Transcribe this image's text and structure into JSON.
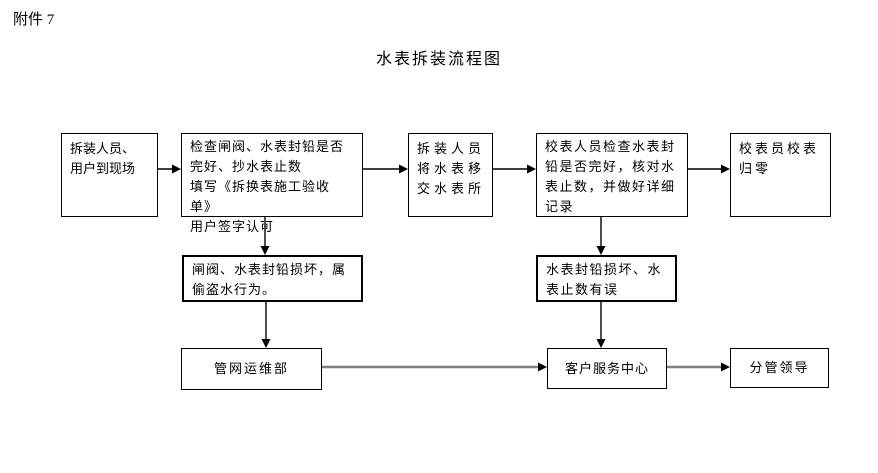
{
  "page": {
    "attachment_label": "附件 7",
    "title": "水表拆装流程图"
  },
  "colors": {
    "box_border": "#000000",
    "arrow_black": "#000000",
    "arrow_shaft_dark": "#4d4d4d",
    "connector_gray": "#808080"
  },
  "flowchart": {
    "nodes": [
      {
        "id": "arrive",
        "label": "拆装人员、\n用户到现场"
      },
      {
        "id": "check",
        "label": "检查闸阀、水表封铅是否\n完好、抄水表止数\n填写《拆换表施工验收单》\n用户签字认可"
      },
      {
        "id": "transfer",
        "label": "拆装人员\n将水表移\n交水表所"
      },
      {
        "id": "verify",
        "label": "校表人员检查水表封\n铅是否完好，核对水\n表止数，并做好详细\n记录"
      },
      {
        "id": "reset",
        "label": "校表员校表\n归零"
      },
      {
        "id": "damage-theft",
        "label": "闸阀、水表封铅损坏，属\n偷盗水行为。"
      },
      {
        "id": "damage-error",
        "label": "水表封铅损坏、水\n表止数有误"
      },
      {
        "id": "pipe-dept",
        "label": "管网运维部"
      },
      {
        "id": "service-center",
        "label": "客户服务中心"
      },
      {
        "id": "leader",
        "label": "分管领导"
      }
    ]
  }
}
